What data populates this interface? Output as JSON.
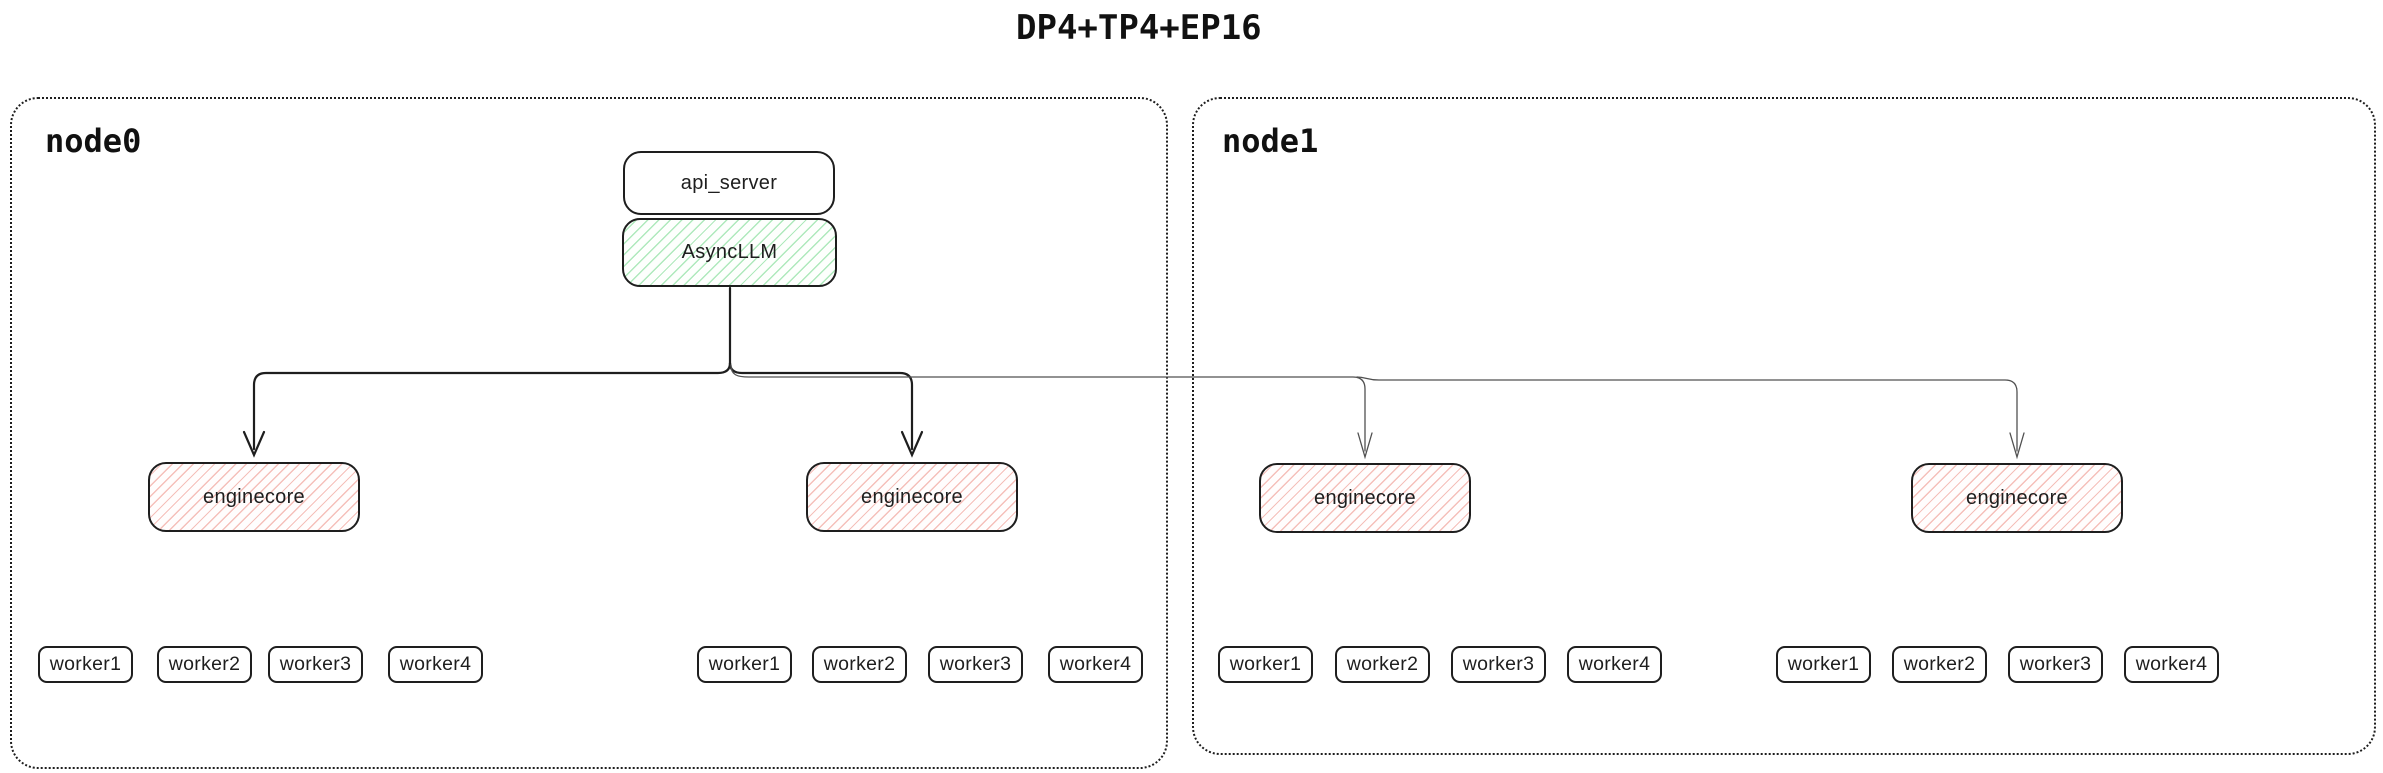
{
  "title": "DP4+TP4+EP16",
  "colors": {
    "ink": "#1e1e1e",
    "green_hatch_line": "#6ed787",
    "red_hatch_line": "#eb8278",
    "thin_connector": "#505050"
  },
  "node0": {
    "label": "node0",
    "api_server_label": "api_server",
    "asyncllm_label": "AsyncLLM",
    "enginecores": [
      "enginecore",
      "enginecore"
    ],
    "worker_groups": [
      [
        "worker1",
        "worker2",
        "worker3",
        "worker4"
      ],
      [
        "worker1",
        "worker2",
        "worker3",
        "worker4"
      ]
    ]
  },
  "node1": {
    "label": "node1",
    "enginecores": [
      "enginecore",
      "enginecore"
    ],
    "worker_groups": [
      [
        "worker1",
        "worker2",
        "worker3",
        "worker4"
      ],
      [
        "worker1",
        "worker2",
        "worker3",
        "worker4"
      ]
    ]
  }
}
